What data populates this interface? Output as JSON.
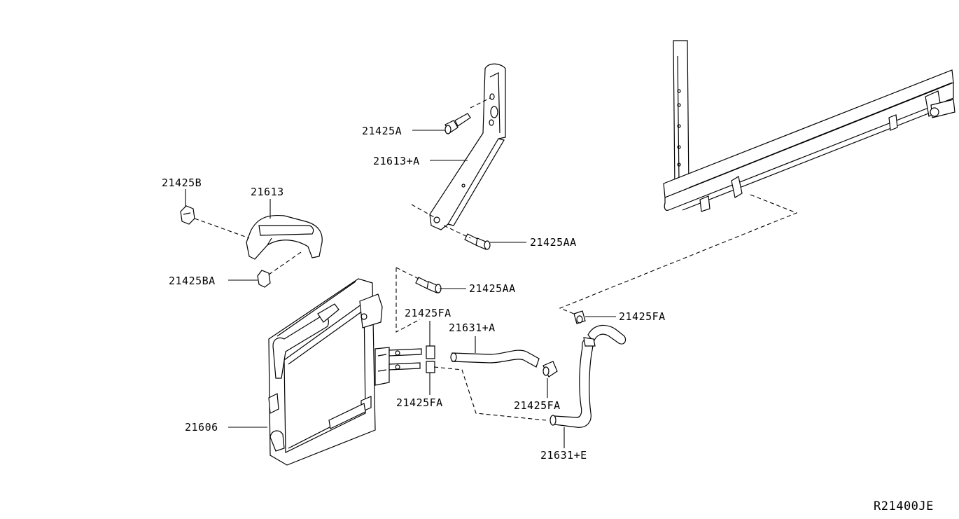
{
  "diagram": {
    "labels": {
      "l_21425A": "21425A",
      "l_21613A": "21613+A",
      "l_21425B": "21425B",
      "l_21613": "21613",
      "l_21425AA_1": "21425AA",
      "l_21425BA": "21425BA",
      "l_21425AA_2": "21425AA",
      "l_21425FA_1": "21425FA",
      "l_21631A": "21631+A",
      "l_21425FA_2": "21425FA",
      "l_21425FA_3": "21425FA",
      "l_21425FA_4": "21425FA",
      "l_21606": "21606",
      "l_21631E": "21631+E"
    },
    "reference_code": "R21400JE"
  }
}
